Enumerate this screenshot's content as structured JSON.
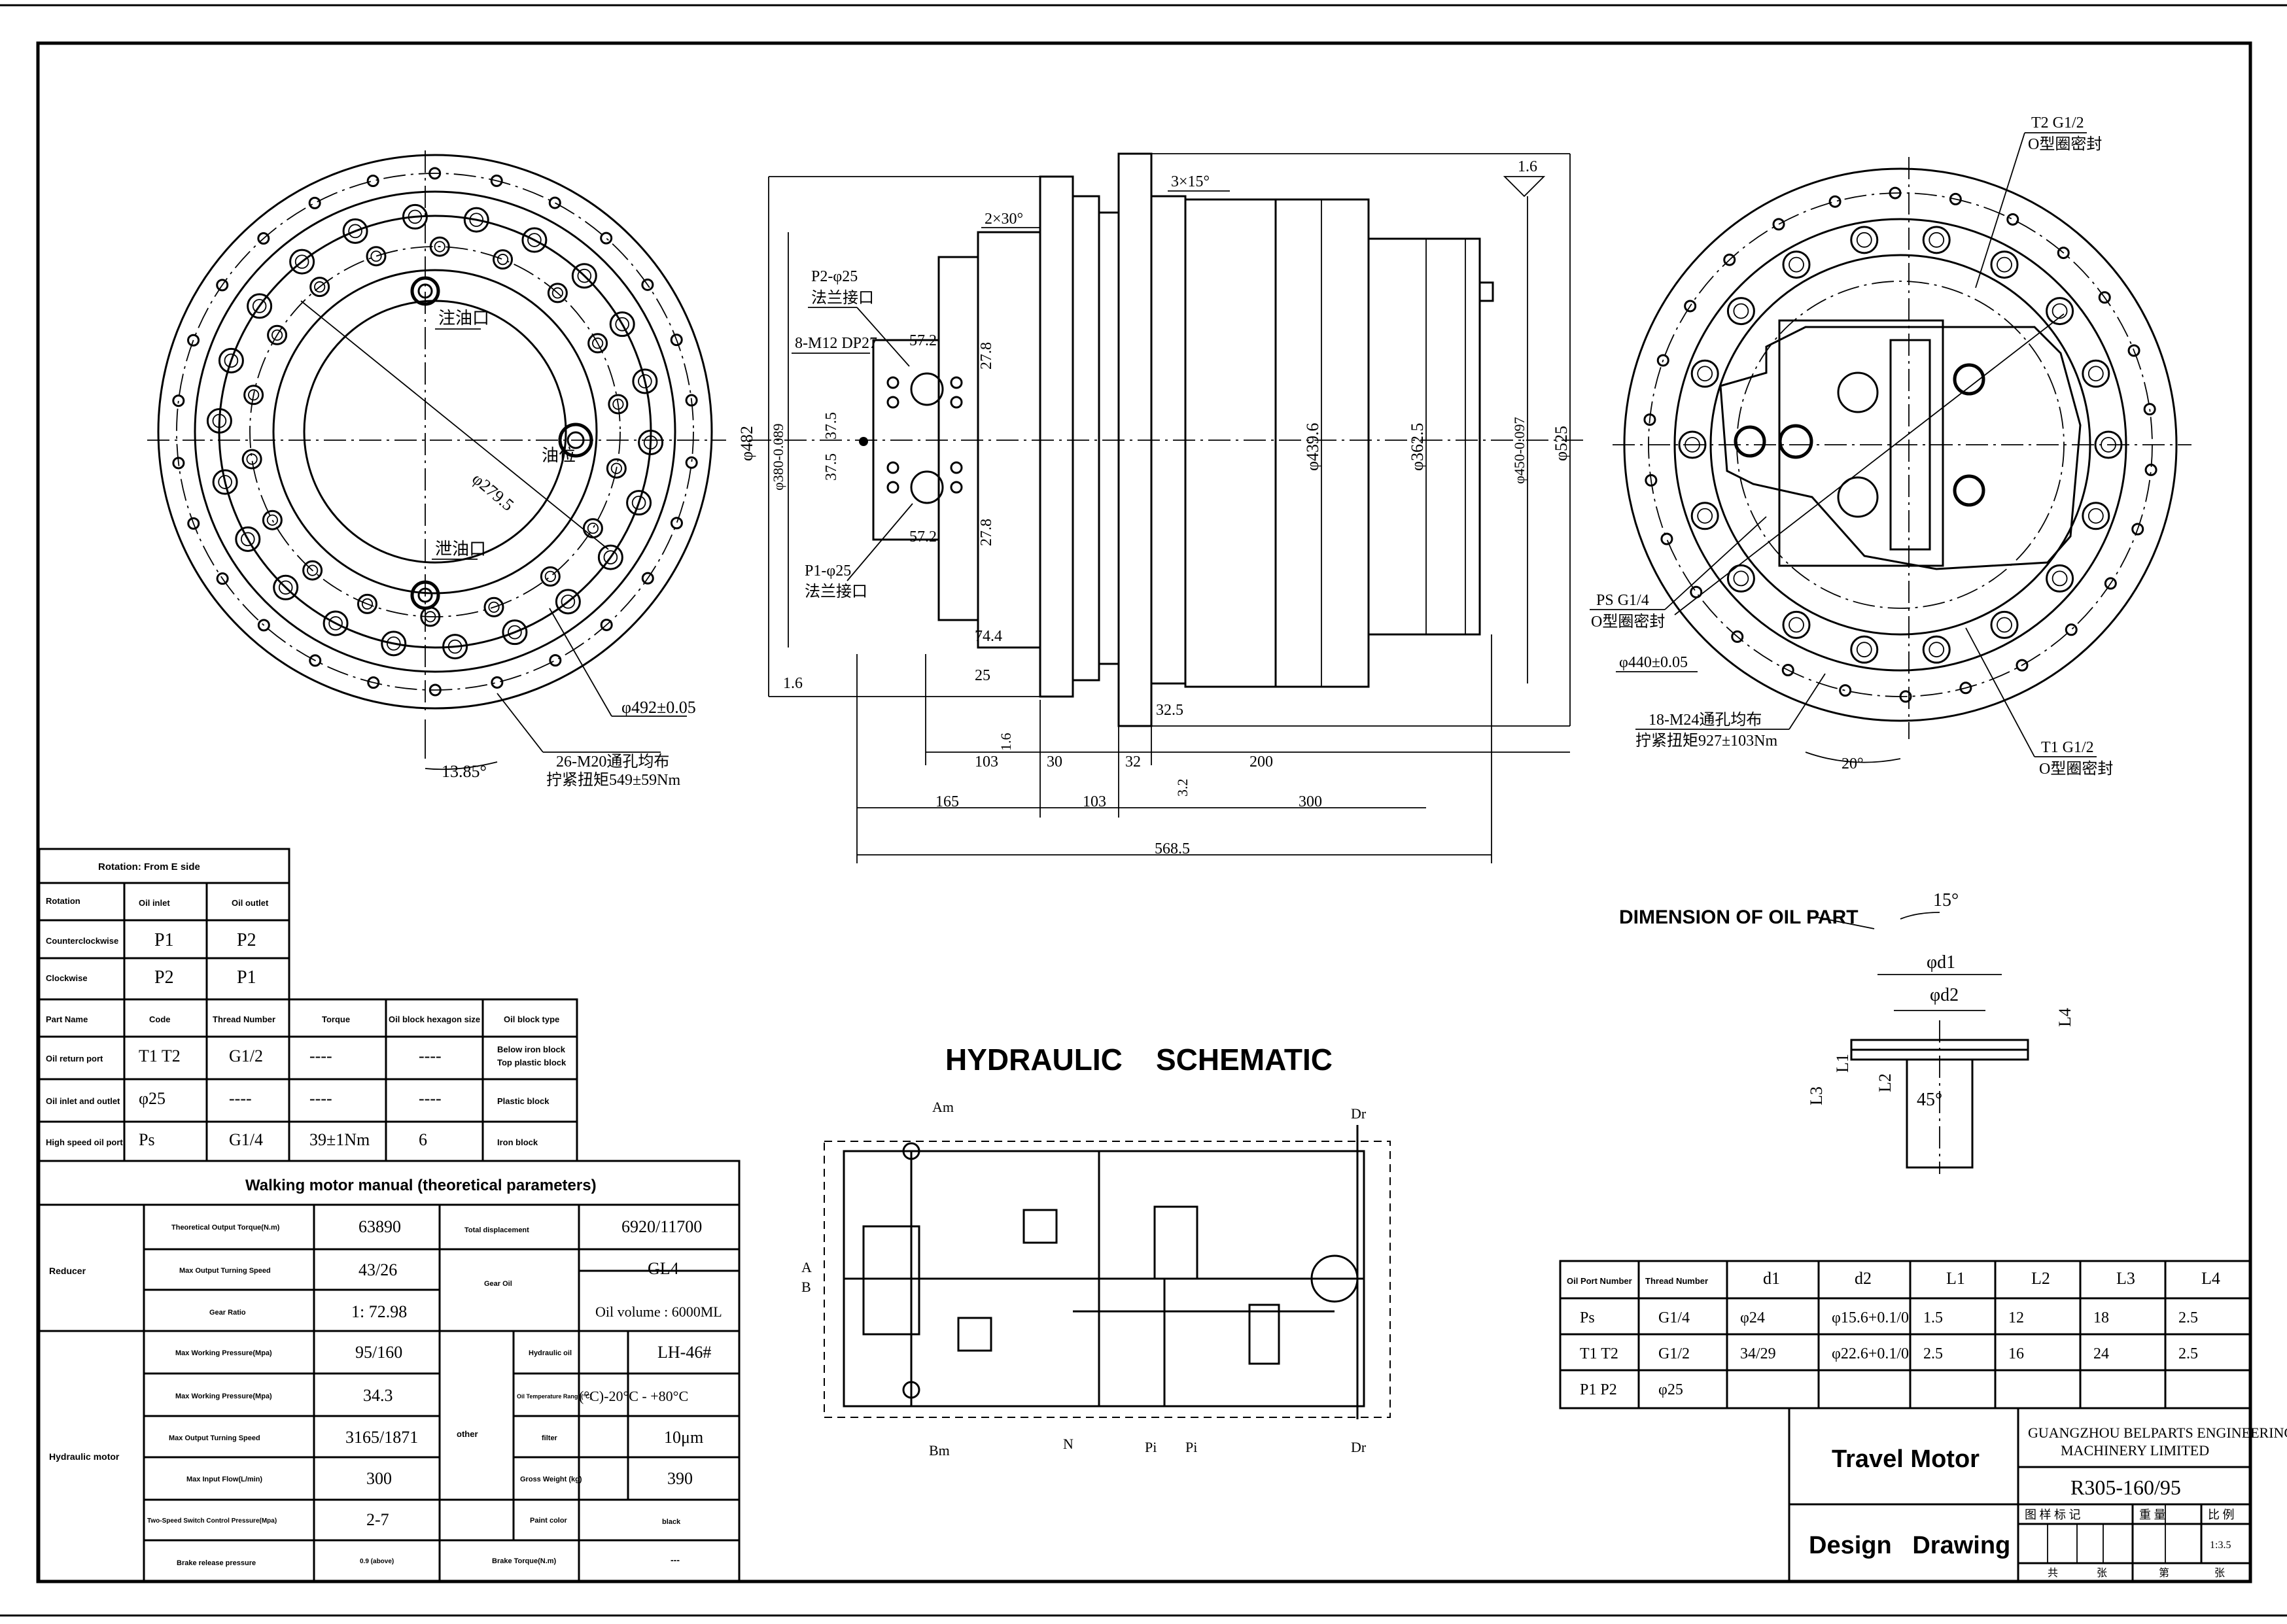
{
  "drawing": {
    "company": [
      "GUANGZHOU BELPARTS ENGINEERING",
      "MACHINERY LIMITED"
    ],
    "title": "Travel Motor",
    "subtitle": "Design   Drawing",
    "model": "R305-160/95",
    "title_block_cells": {
      "marks": "图 样 标 记",
      "weight": "重 量",
      "scale_label": "比 例",
      "scale": "1:3.5",
      "total": "共",
      "sheets": "张",
      "page": "第",
      "sheet2": "张"
    }
  },
  "left_view": {
    "labels": {
      "oil_fill_top": "注油口",
      "oil_level": "油位",
      "oil_fill_bottom": "泄油口",
      "dia_279": "φ279.5",
      "dia_492": "φ492±0.05",
      "angle": "13.85°",
      "holes": "26-M20通孔均布",
      "torque": "拧紧扭矩549±59Nm"
    }
  },
  "front_view": {
    "labels": {
      "chamfer1": "2×30°",
      "chamfer2": "3×15°",
      "rough1": "1.6",
      "p2": "P2-φ25",
      "p2_note": "法兰接口",
      "m12": "8-M12  DP27",
      "p1": "P1-φ25",
      "p1_note": "法兰接口",
      "d482": "φ482",
      "d380": "φ380-0.089",
      "d439": "φ439.6",
      "d362": "φ362.5",
      "d450": "φ450-0.097",
      "d525": "φ525",
      "v57a": "57.2",
      "v57b": "57.2",
      "v27a": "27.8",
      "v27b": "27.8",
      "v37a": "37.5",
      "v37b": "37.5",
      "v74": "74.4",
      "v25": "25",
      "v32_5": "32.5",
      "rough2": "1.6",
      "rough3": "1.6",
      "rough4": "3.2",
      "d103a": "103",
      "d30": "30",
      "d32": "32",
      "d200": "200",
      "d165": "165",
      "d103b": "103",
      "d300": "300",
      "d568": "568.5"
    }
  },
  "right_view": {
    "labels": {
      "t2": "T2  G1/2",
      "t2_note": "O型圈密封",
      "ps": "PS G1/4",
      "ps_note": "O型圈密封",
      "d440": "φ440±0.05",
      "holes": "18-M24通孔均布",
      "torque": "拧紧扭矩927±103Nm",
      "angle": "20°",
      "t1": "T1 G1/2",
      "t1_note": "O型圈密封"
    }
  },
  "oil_part": {
    "title": "DIMENSION OF OIL PART",
    "labels": {
      "angle": "15°",
      "d1": "φd1",
      "d2": "φd2",
      "l1": "L1",
      "l2": "L2",
      "l3": "L3",
      "l4": "L4",
      "a45": "45°"
    },
    "headers": [
      "Oil Port Number",
      "Thread  Number",
      "d1",
      "d2",
      "L1",
      "L2",
      "L3",
      "L4"
    ],
    "rows": [
      [
        "Ps",
        "G1/4",
        "φ24",
        "φ15.6+0.1/0",
        "1.5",
        "12",
        "18",
        "2.5"
      ],
      [
        "T1  T2",
        "G1/2",
        "34/29",
        "φ22.6+0.1/0",
        "2.5",
        "16",
        "24",
        "2.5"
      ],
      [
        "P1  P2",
        "φ25",
        "",
        "",
        "",
        "",
        "",
        ""
      ]
    ]
  },
  "schematic": {
    "title": "HYDRAULIC    SCHEMATIC",
    "labels": {
      "am": "Am",
      "bm": "Bm",
      "dr_top": "Dr",
      "dr_bottom": "Dr",
      "a": "A",
      "b": "B",
      "n": "N",
      "pi1": "Pi",
      "pi2": "Pi"
    }
  },
  "rotation_table": {
    "title": "Rotation: From E side",
    "headers": [
      "Rotation",
      "Oil inlet",
      "Oil outlet"
    ],
    "rows": [
      [
        "Counterclockwise",
        "P1",
        "P2"
      ],
      [
        "Clockwise",
        "P2",
        "P1"
      ]
    ]
  },
  "port_table": {
    "headers": [
      "Part Name",
      "Code",
      "Thread  Number",
      "Torque",
      "Oil block hexagon size",
      "Oil block type"
    ],
    "rows": [
      [
        "Oil return port",
        "T1   T2",
        "G1/2",
        "----",
        "----",
        "Below iron block|Top plastic block"
      ],
      [
        "Oil inlet and outlet",
        "φ25",
        "----",
        "----",
        "----",
        "Plastic block"
      ],
      [
        "High speed oil port",
        "Ps",
        "G1/4",
        "39±1Nm",
        "6",
        "Iron block"
      ]
    ]
  },
  "manual": {
    "title": "Walking motor manual (theoretical parameters)",
    "reducer": "Reducer",
    "hydraulic_motor": "Hydraulic motor",
    "other": "other",
    "gear_oil": "Gear Oil",
    "rows": {
      "torque_label": "Theoretical Output Torque(N.m)",
      "torque": "63890",
      "disp_label": "Total displacement",
      "disp": "6920/11700",
      "speed_label": "Max Output Turning Speed",
      "speed": "43/26",
      "gear_oil_value": "GL4",
      "ratio_label": "Gear Ratio",
      "ratio": "1: 72.98",
      "oil_volume": "Oil volume : 6000ML",
      "pressure_label": "Max Working Pressure(Mpa)",
      "pressure": "95/160",
      "hyd_oil_label": "Hydraulic   oil",
      "hyd_oil": "LH-46#",
      "pressure2_label": "Max Working Pressure(Mpa)",
      "pressure2": "34.3",
      "temp_label": "Oil Temperature Range(°C)",
      "temp": "(°C)-20°C - +80°C",
      "turn_label": "Max   Output   Turning   Speed",
      "turn": "3165/1871",
      "filter_label": "filter",
      "filter": "10μm",
      "flow_label": "Max Input Flow(L/min)",
      "flow": "300",
      "weight_label": "Gross Weight  (kg)",
      "weight": "390",
      "switch_label": "Two-Speed Switch Control Pressure(Mpa)",
      "switch": "2-7",
      "paint_label": "Paint    color",
      "paint": "black",
      "brake_label": "Brake    release    pressure",
      "brake": "0.9 (above)",
      "brake_torque_label": "Brake Torque(N.m)",
      "brake_torque": "---"
    }
  }
}
